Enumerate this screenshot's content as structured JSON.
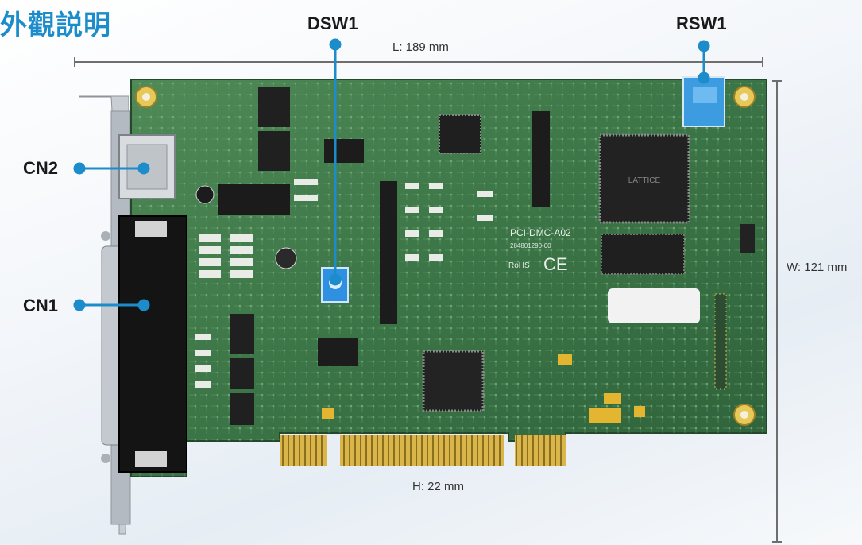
{
  "title": "外觀説明",
  "labels": {
    "dsw1": "DSW1",
    "rsw1": "RSW1",
    "cn1": "CN1",
    "cn2": "CN2"
  },
  "dimensions": {
    "length": "L: 189 mm",
    "width": "W: 121 mm",
    "height": "H: 22 mm"
  },
  "board": {
    "model_text": "PCI-DMC-A02",
    "serial_text": "284801290-00",
    "rohs_text": "RoHS",
    "ce_text": "CE",
    "chip_text": "LATTICE"
  },
  "colors": {
    "accent": "#1c8ccb",
    "pcb": "#3f7a4a",
    "gold": "#d9b54a"
  }
}
